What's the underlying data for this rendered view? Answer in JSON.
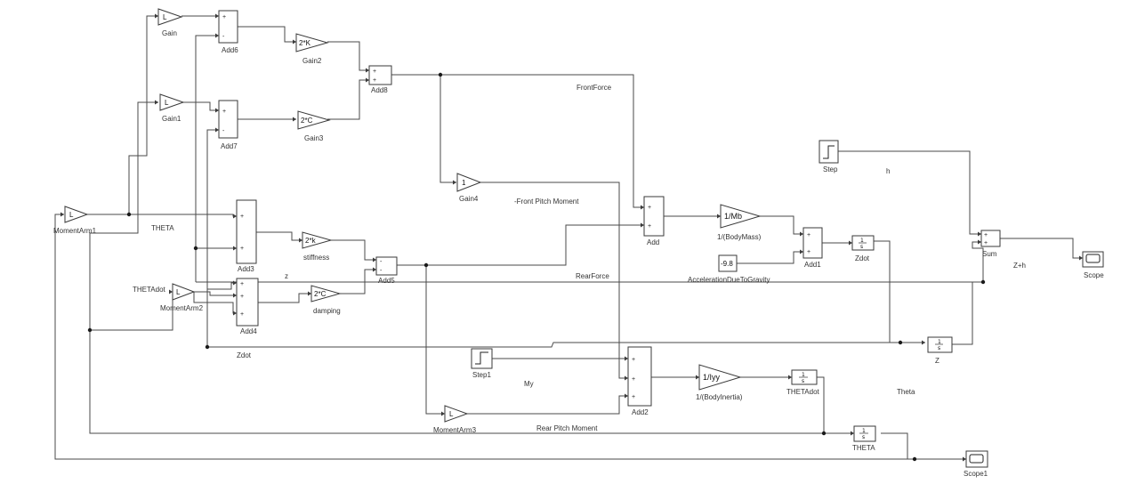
{
  "blocks": {
    "gain": {
      "label": "Gain",
      "value": "L"
    },
    "gain1": {
      "label": "Gain1",
      "value": "L"
    },
    "gain2": {
      "label": "Gain2",
      "value": "2*K"
    },
    "gain3": {
      "label": "Gain3",
      "value": "2*C"
    },
    "gain4": {
      "label": "Gain4",
      "value": "1"
    },
    "add6": {
      "label": "Add6"
    },
    "add7": {
      "label": "Add7"
    },
    "add8": {
      "label": "Add8"
    },
    "add3": {
      "label": "Add3"
    },
    "add4": {
      "label": "Add4"
    },
    "add5": {
      "label": "Add5"
    },
    "add": {
      "label": "Add"
    },
    "add1": {
      "label": "Add1"
    },
    "add2": {
      "label": "Add2"
    },
    "sum": {
      "label": "Sum"
    },
    "moment_arm1": {
      "label": "MomentArm1",
      "value": "L"
    },
    "moment_arm2": {
      "label": "MomentArm2",
      "value": "L"
    },
    "moment_arm3": {
      "label": "MomentArm3",
      "value": "L"
    },
    "stiffness": {
      "label": "stiffness",
      "value": "2*k"
    },
    "damping": {
      "label": "damping",
      "value": "2*C"
    },
    "body_mass": {
      "label": "1/(BodyMass)",
      "value": "1/Mb"
    },
    "body_inertia": {
      "label": "1/(BodyInertia)",
      "value": "1/Iyy"
    },
    "gravity": {
      "label": "AccelerationDueToGravity",
      "value": "-9.8"
    },
    "zdot_int": {
      "label": "Zdot",
      "num": "1",
      "den": "s"
    },
    "z_int": {
      "label": "Z",
      "num": "1",
      "den": "s"
    },
    "thetadot_int": {
      "label": "THETAdot",
      "num": "1",
      "den": "s"
    },
    "theta_int": {
      "label": "THETA",
      "num": "1",
      "den": "s"
    },
    "step": {
      "label": "Step"
    },
    "step1": {
      "label": "Step1"
    },
    "scope": {
      "label": "Scope"
    },
    "scope1": {
      "label": "Scope1"
    }
  },
  "signals": {
    "front_force": "FrontForce",
    "rear_force": "RearForce",
    "front_pitch_moment": "-Front Pitch Moment",
    "rear_pitch_moment": "Rear Pitch Moment",
    "theta_sig": "THETA",
    "thetadot_sig": "THETAdot",
    "z_sig": "z",
    "zdot_sig": "Zdot",
    "h_sig": "h",
    "my_sig": "My",
    "theta_out": "Theta",
    "zh_sig": "Z+h"
  },
  "signs": {
    "plus": "+",
    "minus": "-"
  }
}
